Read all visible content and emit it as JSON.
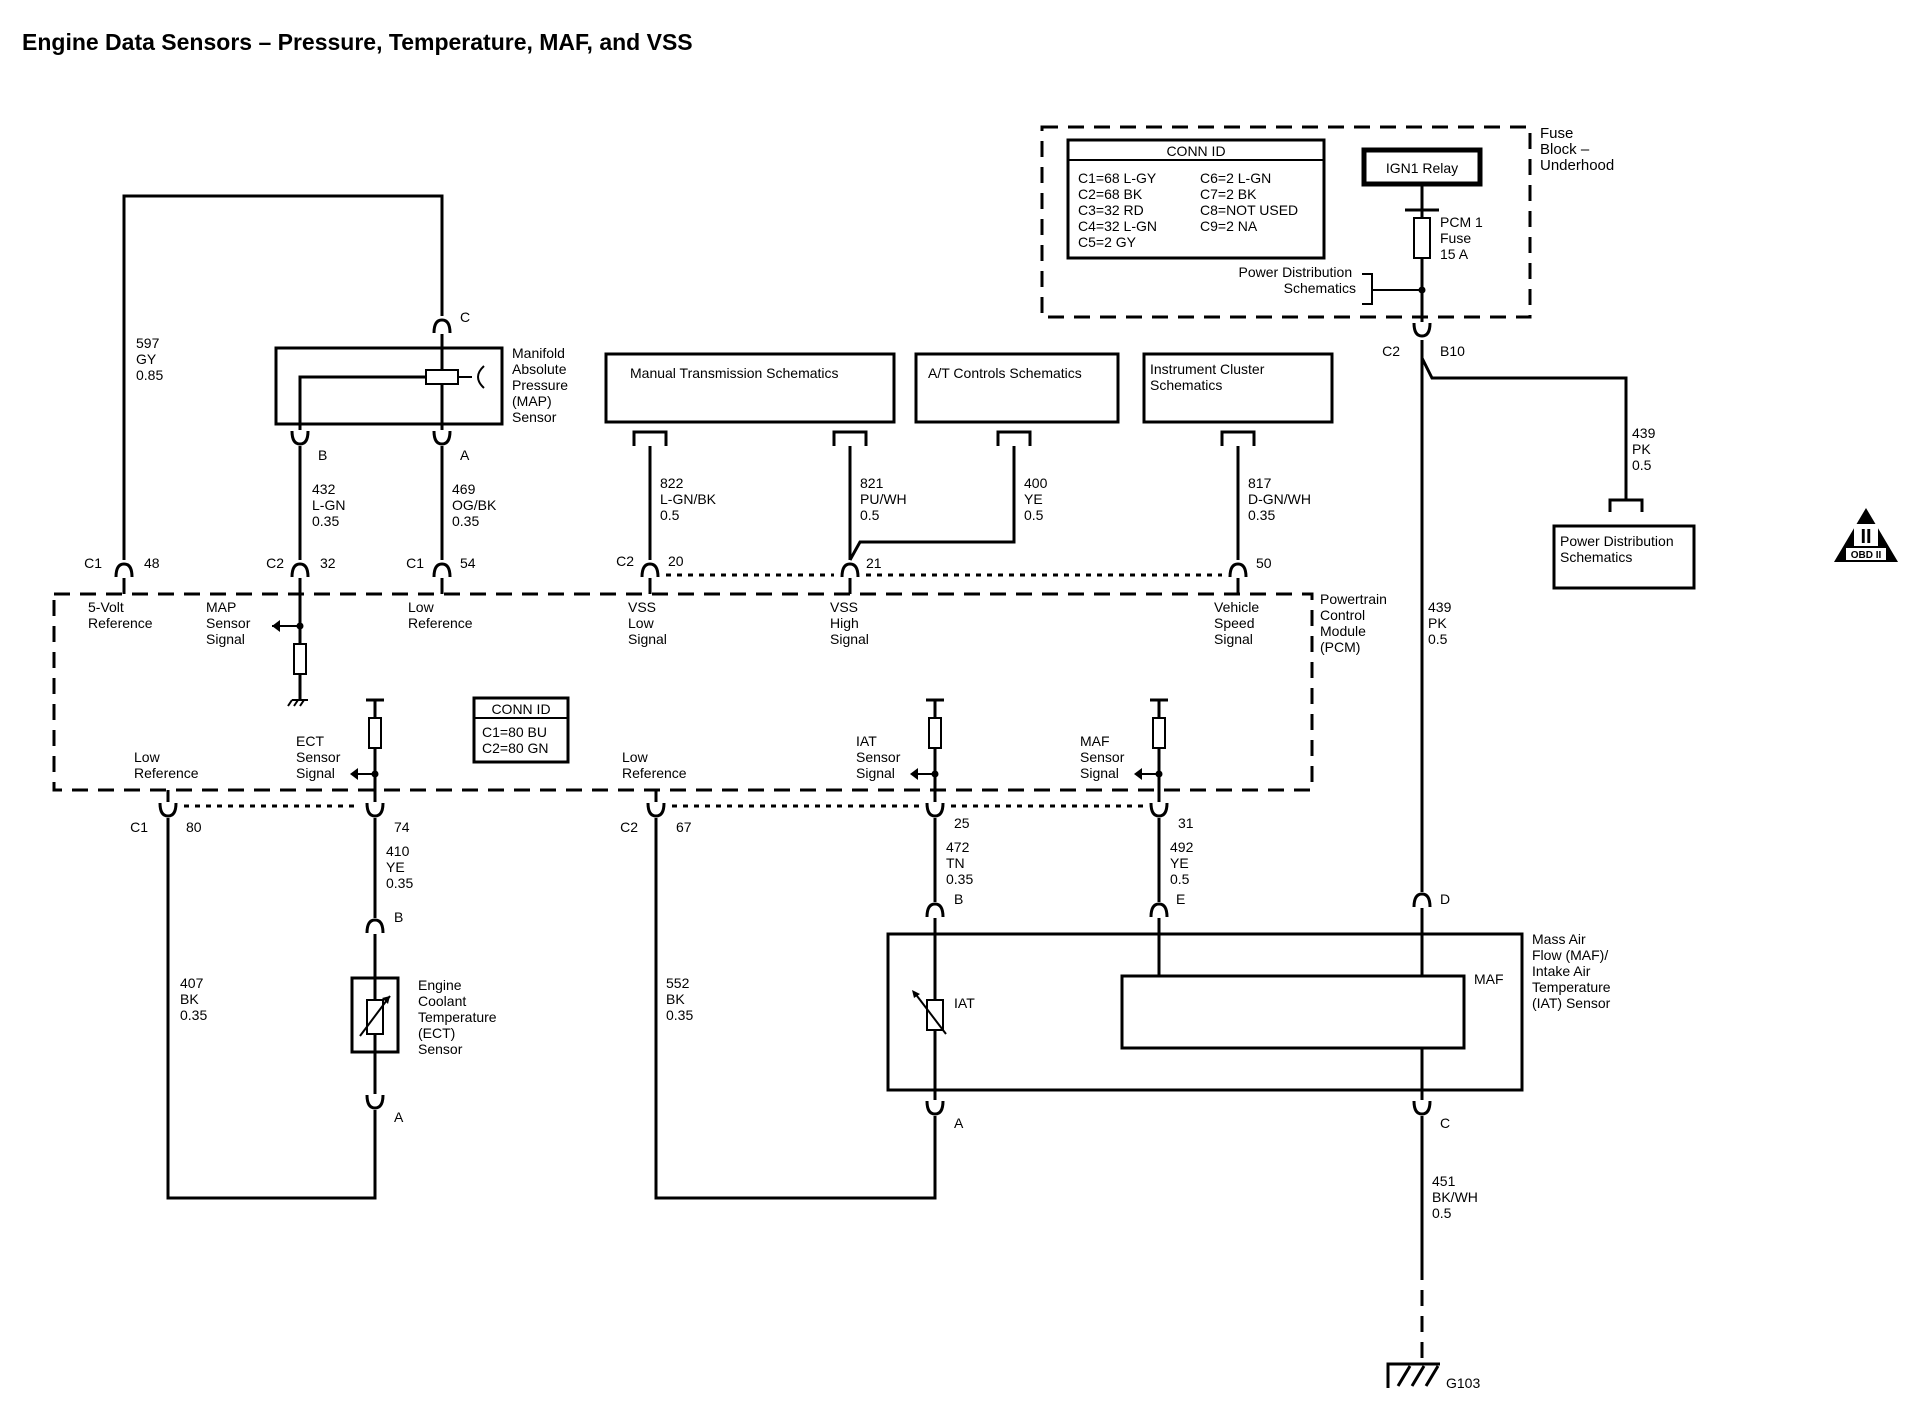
{
  "title": "Engine Data Sensors – Pressure, Temperature, MAF, and VSS",
  "fuse_block": {
    "label": [
      "Fuse",
      "Block –",
      "Underhood"
    ],
    "conn_id_title": "CONN ID",
    "conn_id_left": [
      "C1=68 L-GY",
      "C2=68 BK",
      "C3=32 RD",
      "C4=32 L-GN",
      "C5=2 GY"
    ],
    "conn_id_right": [
      "C6=2 L-GN",
      "C7=2 BK",
      "C8=NOT USED",
      "C9=2 NA"
    ],
    "relay": "IGN1 Relay",
    "fuse": [
      "PCM 1",
      "Fuse",
      "15 A"
    ],
    "power_dist": [
      "Power Distribution",
      "Schematics"
    ]
  },
  "obd": {
    "numeral": "II",
    "label": "OBD II"
  },
  "pcm": {
    "label": [
      "Powertrain",
      "Control",
      "Module",
      "(PCM)"
    ],
    "conn_id_title": "CONN ID",
    "conn_id": [
      "C1=80 BU",
      "C2=80 GN"
    ],
    "five_volt": [
      "5-Volt",
      "Reference"
    ],
    "map_signal": [
      "MAP",
      "Sensor",
      "Signal"
    ],
    "low_ref_top": [
      "Low",
      "Reference"
    ],
    "vss_low": [
      "VSS",
      "Low",
      "Signal"
    ],
    "vss_high": [
      "VSS",
      "High",
      "Signal"
    ],
    "vehicle_speed": [
      "Vehicle",
      "Speed",
      "Signal"
    ],
    "low_ref_c1": [
      "Low",
      "Reference"
    ],
    "ect_signal": [
      "ECT",
      "Sensor",
      "Signal"
    ],
    "low_ref_c2": [
      "Low",
      "Reference"
    ],
    "iat_signal": [
      "IAT",
      "Sensor",
      "Signal"
    ],
    "maf_signal": [
      "MAF",
      "Sensor",
      "Signal"
    ]
  },
  "schematics": {
    "manual": "Manual Transmission Schematics",
    "at": "A/T Controls Schematics",
    "cluster": [
      "Instrument Cluster",
      "Schematics"
    ],
    "power_dist": [
      "Power Distribution",
      "Schematics"
    ]
  },
  "map_sensor": [
    "Manifold",
    "Absolute",
    "Pressure",
    "(MAP)",
    "Sensor"
  ],
  "ect_sensor": [
    "Engine",
    "Coolant",
    "Temperature",
    "(ECT)",
    "Sensor"
  ],
  "maf_sensor": [
    "Mass Air",
    "Flow (MAF)/",
    "Intake Air",
    "Temperature",
    "(IAT) Sensor"
  ],
  "iat_label": "IAT",
  "maf_label": "MAF",
  "wires": {
    "w597": [
      "597",
      "GY",
      "0.85"
    ],
    "w432": [
      "432",
      "L-GN",
      "0.35"
    ],
    "w469": [
      "469",
      "OG/BK",
      "0.35"
    ],
    "w822": [
      "822",
      "L-GN/BK",
      "0.5"
    ],
    "w821": [
      "821",
      "PU/WH",
      "0.5"
    ],
    "w400": [
      "400",
      "YE",
      "0.5"
    ],
    "w817": [
      "817",
      "D-GN/WH",
      "0.35"
    ],
    "w439a": [
      "439",
      "PK",
      "0.5"
    ],
    "w439b": [
      "439",
      "PK",
      "0.5"
    ],
    "w410": [
      "410",
      "YE",
      "0.35"
    ],
    "w407": [
      "407",
      "BK",
      "0.35"
    ],
    "w552": [
      "552",
      "BK",
      "0.35"
    ],
    "w472": [
      "472",
      "TN",
      "0.35"
    ],
    "w492": [
      "492",
      "YE",
      "0.5"
    ],
    "w451": [
      "451",
      "BK/WH",
      "0.5"
    ]
  },
  "pins": {
    "c1_48": [
      "C1",
      "48"
    ],
    "c2_32": [
      "C2",
      "32"
    ],
    "c1_54": [
      "C1",
      "54"
    ],
    "c2_20": [
      "C2",
      "20"
    ],
    "p21": "21",
    "p50": "50",
    "c1_80": [
      "C1",
      "80"
    ],
    "p74": "74",
    "c2_67": [
      "C2",
      "67"
    ],
    "p25": "25",
    "p31": "31",
    "c2_b10": [
      "C2",
      "B10"
    ],
    "map_c": "C",
    "map_b": "B",
    "map_a": "A",
    "ect_b": "B",
    "ect_a": "A",
    "maf_b": "B",
    "maf_e": "E",
    "maf_d": "D",
    "maf_a": "A",
    "maf_c": "C"
  },
  "ground": "G103"
}
